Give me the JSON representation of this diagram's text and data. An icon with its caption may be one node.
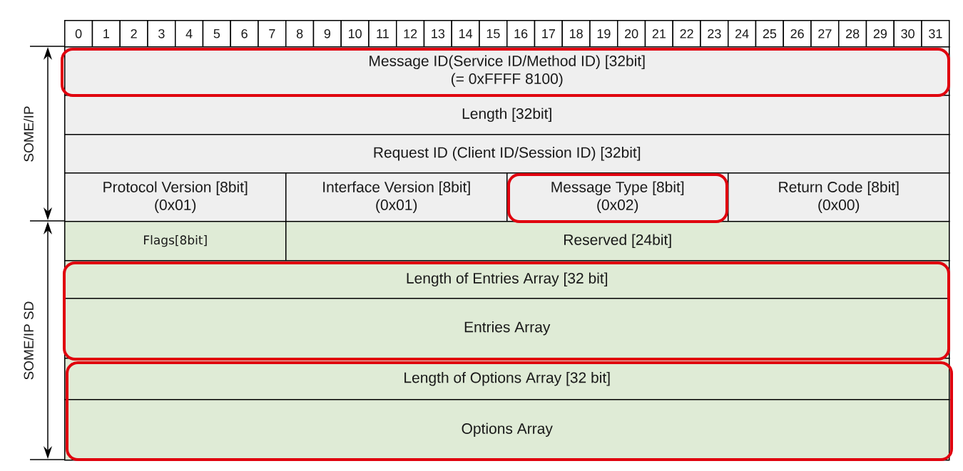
{
  "diagram": {
    "nodes": [
      {
        "text": [],
        "shape": "box"
      },
      {
        "text": [
          "Message ID(Service ID/Method ID) [32bit]",
          "(= 0xFFFF 8100)"
        ],
        "in": 0
      },
      {
        "text": [
          "Length [32bit]"
        ]
      },
      {
        "text": [
          "Request ID (Client ID/Session ID) [32bit]"
        ]
      },
      {
        "text": [
          "Protocol Version [8bit]",
          "(0x01)"
        ]
      },
      {
        "text": [
          "Interface Version [8bit]",
          "(0x01)"
        ]
      },
      {
        "text": [],
        "shape": "box"
      },
      {
        "text": [
          "Message Type [8bit]",
          "(0x02)"
        ],
        "in": 6
      },
      {
        "text": [
          "Return Code [8bit]",
          "(0x00)"
        ]
      },
      {
        "text": [
          "Flags[8bit]"
        ]
      },
      {
        "text": [
          "Reserved [24bit]"
        ]
      },
      {
        "text": [],
        "shape": "box"
      },
      {
        "text": [
          "Length of Entries Array [32 bit]"
        ],
        "in": 11
      },
      {
        "text": [
          "Entries Array"
        ],
        "in": 11
      },
      {
        "text": [],
        "shape": "box"
      },
      {
        "text": [
          "Length of Options Array [32 bit]"
        ],
        "in": 14
      },
      {
        "text": [
          "Options Array"
        ],
        "in": 14
      }
    ],
    "labels": [
      "0",
      "1",
      "2",
      "3",
      "4",
      "5",
      "6",
      "7",
      "8",
      "9",
      "10",
      "11",
      "12",
      "13",
      "14",
      "15",
      "16",
      "17",
      "18",
      "19",
      "20",
      "21",
      "22",
      "23",
      "24",
      "25",
      "26",
      "27",
      "28",
      "29",
      "30",
      "31",
      "SOME/IP",
      "SOME/IP SD"
    ]
  }
}
